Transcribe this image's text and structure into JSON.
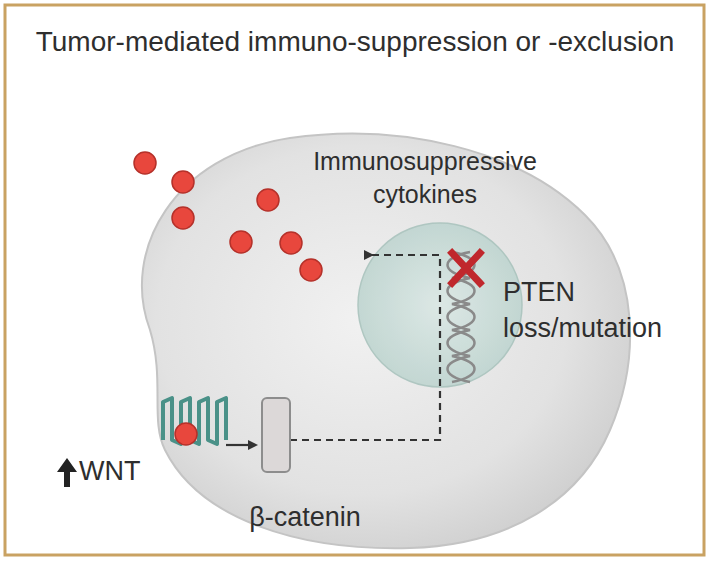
{
  "diagram": {
    "title": "Tumor-mediated immuno-suppression or -exclusion",
    "labels": [
      "Immunosuppressive cytokines",
      "PTEN loss/mutation",
      "WNT",
      "β-catenin"
    ]
  }
}
